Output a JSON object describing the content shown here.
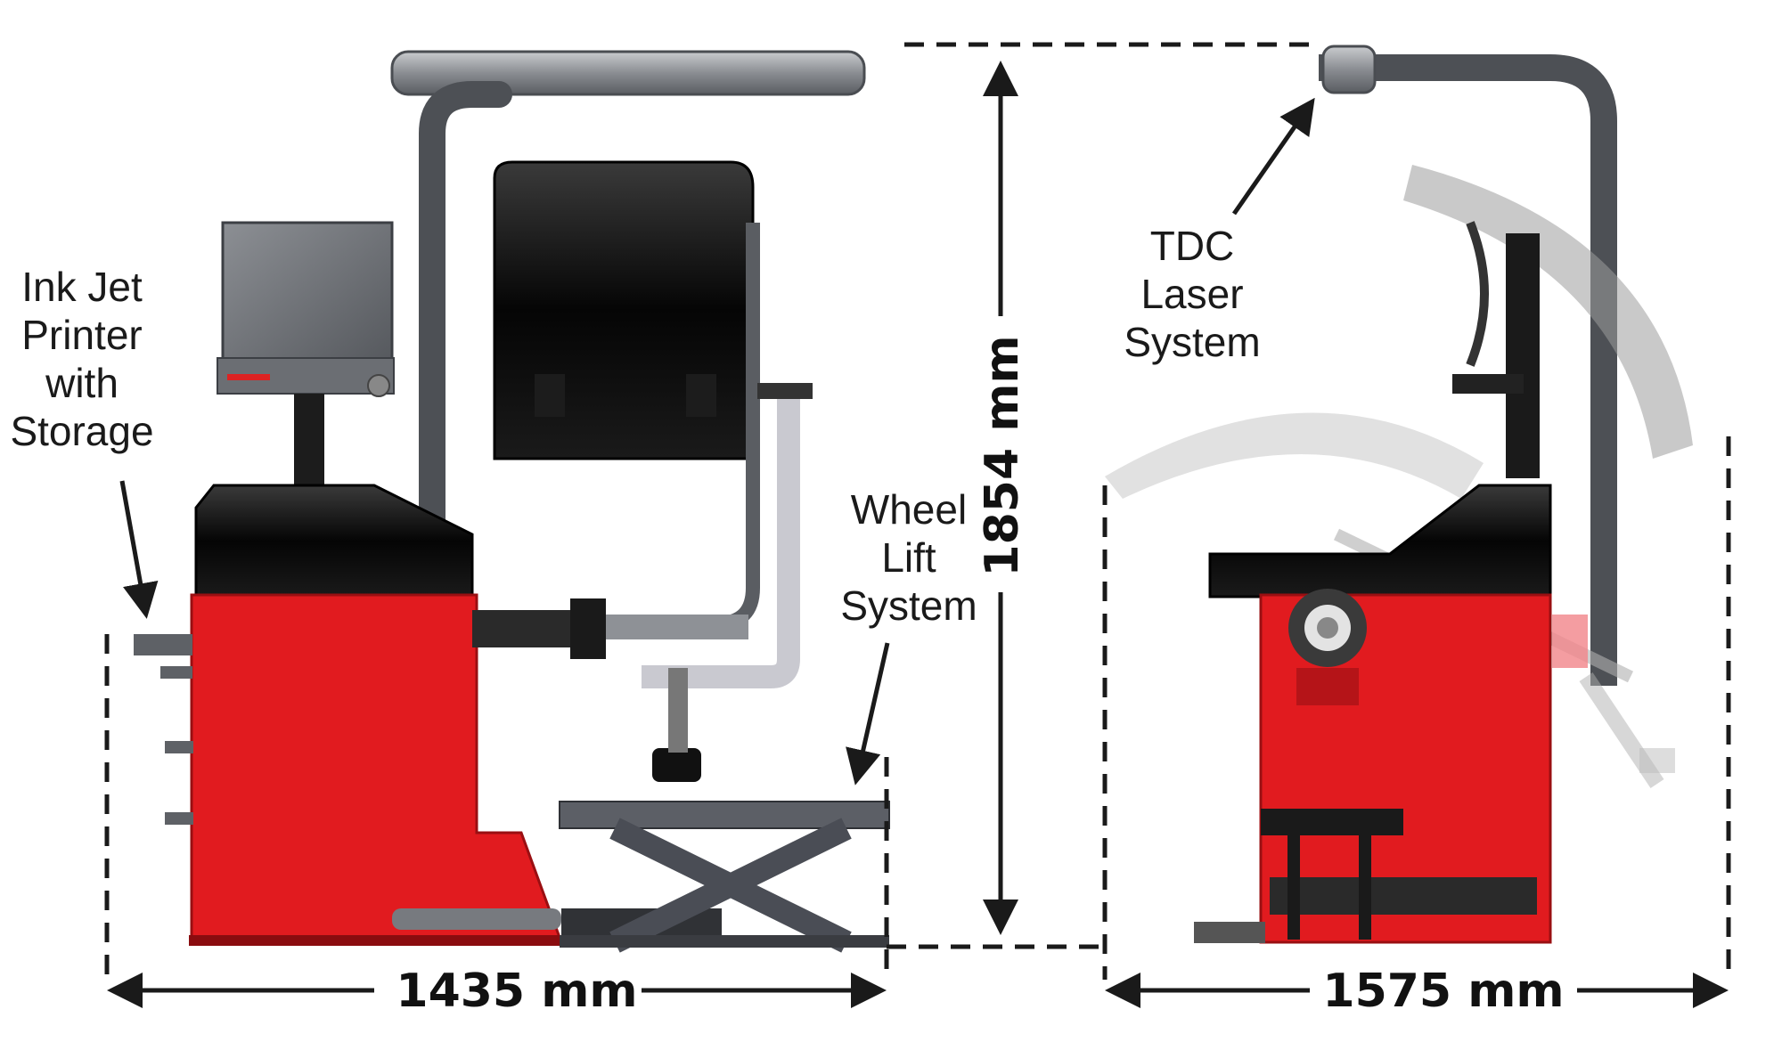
{
  "labels": {
    "printer": [
      "Ink Jet",
      "Printer",
      "with",
      "Storage"
    ],
    "wheel_lift": [
      "Wheel",
      "Lift",
      "System"
    ],
    "tdc": [
      "TDC",
      "Laser",
      "System"
    ]
  },
  "dimensions": {
    "width_front": "1435 mm",
    "height": "1854 mm",
    "width_side": "1575 mm"
  },
  "colors": {
    "body_red": "#e11b1f",
    "hood_black": "#0e0e0e",
    "metal_gray": "#6f7277",
    "light_gray": "#9a9da2"
  }
}
